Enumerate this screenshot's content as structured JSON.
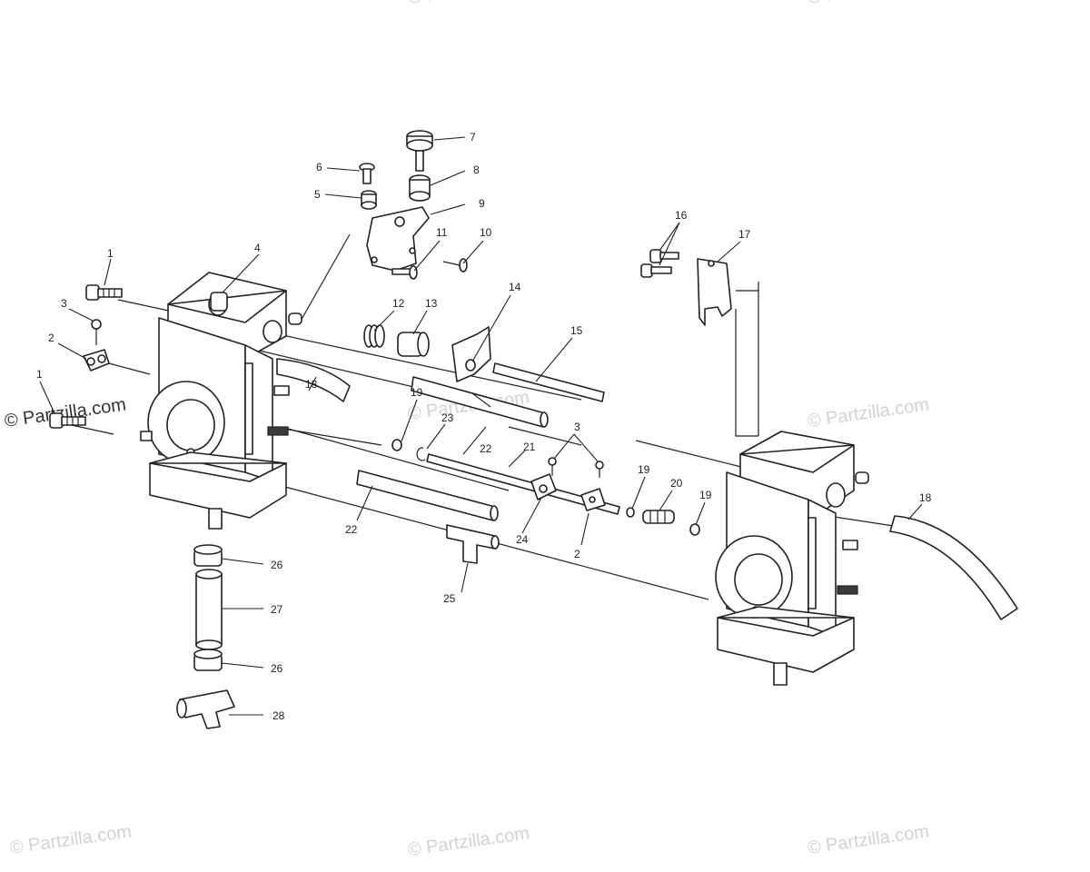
{
  "watermark": {
    "text": "© Partzilla.com",
    "color": "#d2d2d2"
  },
  "callouts": {
    "c1a": "1",
    "c1b": "1",
    "c2a": "2",
    "c2b": "2",
    "c3a": "3",
    "c3b": "3",
    "c4": "4",
    "c5": "5",
    "c6": "6",
    "c7": "7",
    "c8": "8",
    "c9": "9",
    "c10": "10",
    "c11": "11",
    "c12": "12",
    "c13": "13",
    "c14": "14",
    "c15": "15",
    "c16": "16",
    "c17": "17",
    "c18a": "18",
    "c18b": "18",
    "c19a": "19",
    "c19b": "19",
    "c19c": "19",
    "c20": "20",
    "c21": "21",
    "c22a": "22",
    "c22b": "22",
    "c23": "23",
    "c24": "24",
    "c25": "25",
    "c26a": "26",
    "c26b": "26",
    "c27": "27",
    "c28": "28"
  }
}
